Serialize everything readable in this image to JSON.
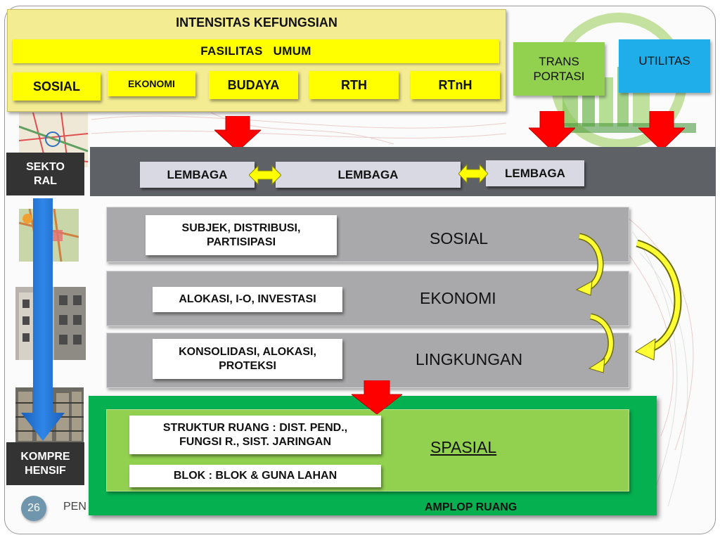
{
  "header": {
    "title": "INTENSITAS KEFUNGSIAN"
  },
  "fasilitas": {
    "label": "FASILITAS   UMUM"
  },
  "sub_facilities": [
    "SOSIAL",
    "EKONOMI",
    "BUDAYA",
    "RTH",
    "RTnH"
  ],
  "trans": {
    "line1": "TRANS",
    "line2": "PORTASI"
  },
  "utilitas": {
    "label": "UTILITAS"
  },
  "lembaga": [
    "LEMBAGA",
    "LEMBAGA",
    "LEMBAGA"
  ],
  "side": {
    "sektoral": {
      "line1": "SEKTO",
      "line2": "RAL"
    },
    "komprehensif": {
      "line1": "KOMPRE",
      "line2": "HENSIF"
    }
  },
  "rows": [
    {
      "desc_line1": "SUBJEK, DISTRIBUSI,",
      "desc_line2": "PARTISIPASI",
      "title": "SOSIAL"
    },
    {
      "desc_line1": "ALOKASI, I-O, INVESTASI",
      "desc_line2": "",
      "title": "EKONOMI"
    },
    {
      "desc_line1": "KONSOLIDASI, ALOKASI,",
      "desc_line2": "PROTEKSI",
      "title": "LINGKUNGAN"
    }
  ],
  "spasial": {
    "title": "SPASIAL",
    "struktur_line1": "STRUKTUR RUANG : DIST. PEND.,",
    "struktur_line2": "FUNGSI R., SIST. JARINGAN",
    "blok": "BLOK : BLOK & GUNA LAHAN"
  },
  "amplop": {
    "label": "AMPLOP RUANG"
  },
  "footer": {
    "page_number": "26",
    "text": "PEN"
  },
  "colors": {
    "yellow": "#ffff00",
    "panel_yellow": "#f4ec92",
    "trans_green": "#92d050",
    "utilitas_blue": "#1faeea",
    "band_gray": "#5e6166",
    "row_gray": "#a9a9ab",
    "green": "#05b050",
    "light_green": "#92d050",
    "arrow_red": "#ff0000",
    "arrow_blue": "#1f6fd1",
    "curve_yellow": "#ffff33"
  }
}
